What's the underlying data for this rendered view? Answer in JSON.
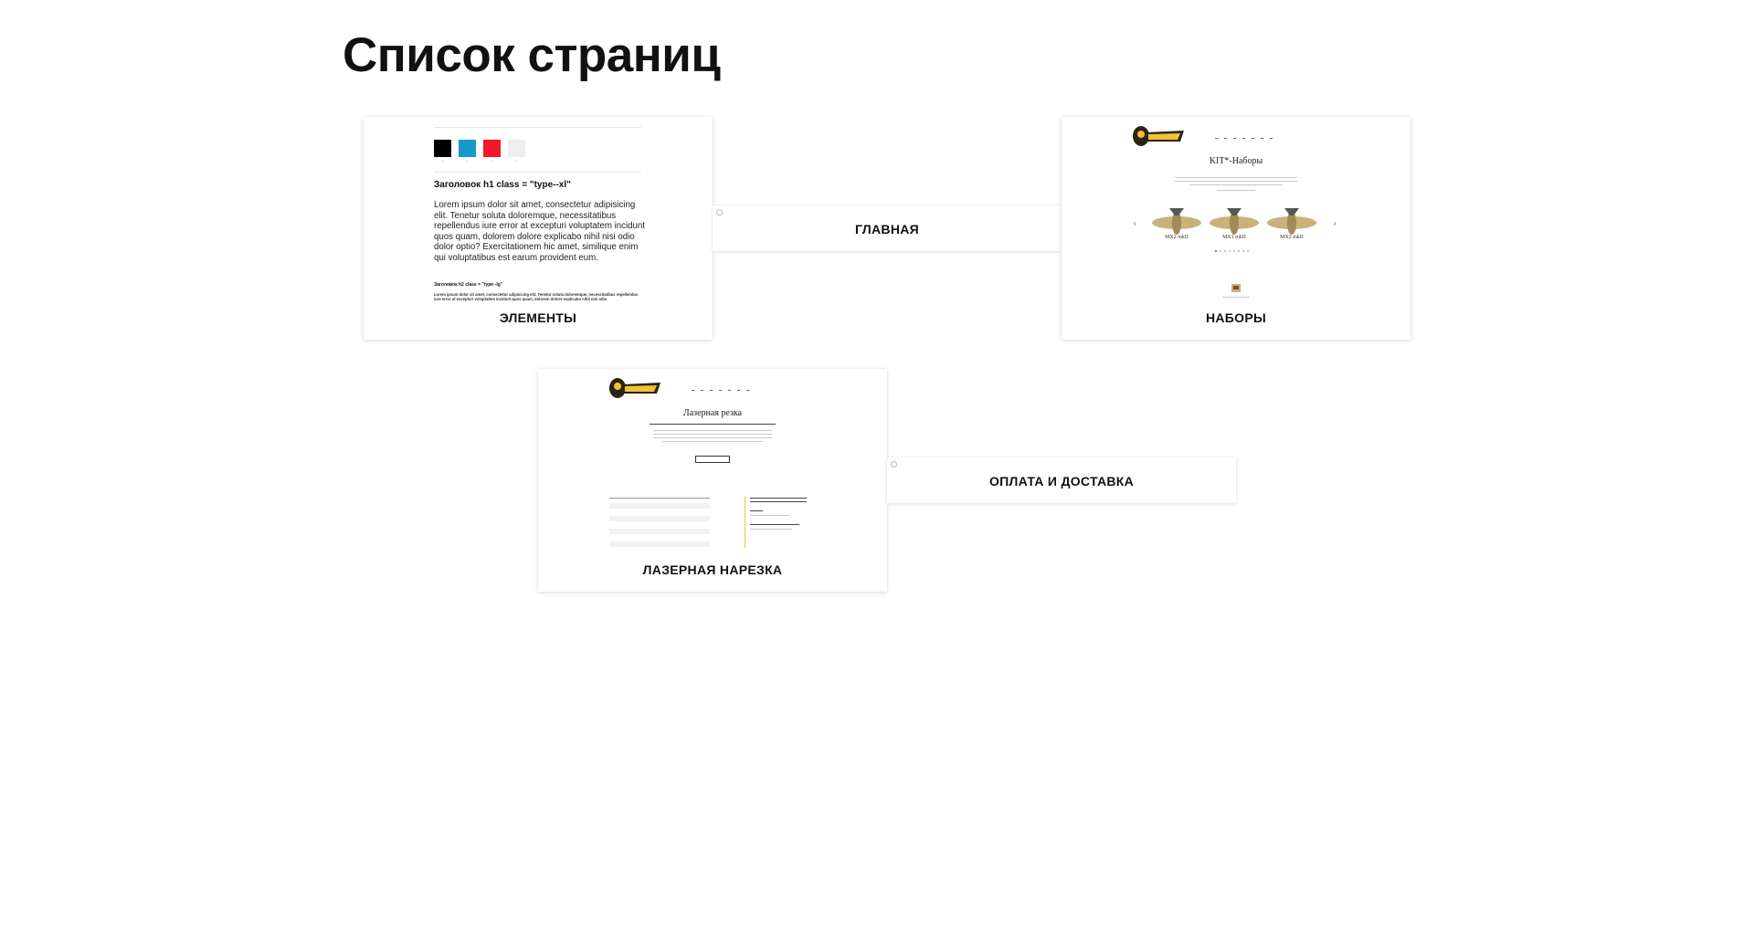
{
  "page": {
    "title": "Список страниц"
  },
  "cards": {
    "elements": {
      "label": "ЭЛЕМЕНТЫ",
      "preview": {
        "swatches": [
          {
            "color": "#000000"
          },
          {
            "color": "#1699c9"
          },
          {
            "color": "#f2172d"
          },
          {
            "color": "#eeeeee"
          }
        ],
        "heading": "Заголовок h1 class = \"type--xl\"",
        "paragraph": "Lorem ipsum dolor sit amet, consectetur adipisicing elit. Tenetur soluta doloremque, necessitatibus repellendus iure error at excepturi voluptatem incidunt quos quam, dolorem dolore explicabo nihil nisi odio dolor optio? Exercitationem hic amet, similique enim qui voluptatibus est earum provident eum.",
        "heading2": "Заголовок h2 class = \"type--lg\"",
        "small": "Lorem ipsum dolor sit amet, consectetur adipisicing elit. Tenetur soluta doloremque, necessitatibus repellendus iure error at excepturi voluptatem incidunt quos quam, dolorem dolore explicabo nihil nisi odio"
      }
    },
    "main": {
      "label": "ГЛАВНАЯ"
    },
    "kits": {
      "label": "НАБОРЫ",
      "preview": {
        "title": "KIT*-Наборы",
        "planes": [
          "MX2 mkII",
          "MX1 mkII",
          "MX2 mkII"
        ]
      }
    },
    "laser": {
      "label": "ЛАЗЕРНАЯ НАРЕЗКА",
      "preview": {
        "title": "Лазерная резка"
      }
    },
    "delivery": {
      "label": "ОПЛАТА И ДОСТАВКА"
    }
  },
  "colors": {
    "accent": "#f1c232",
    "logo_dark": "#2b2415"
  }
}
